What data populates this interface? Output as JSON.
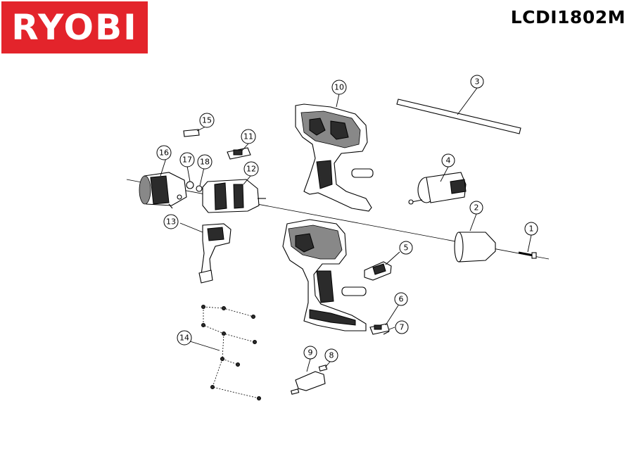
{
  "brand": {
    "logo_text": "RYOBI",
    "color": "#e3242b"
  },
  "model_number": "LCDI1802M",
  "callouts": [
    {
      "id": "callout-1",
      "label": "1"
    },
    {
      "id": "callout-2",
      "label": "2"
    },
    {
      "id": "callout-3",
      "label": "3"
    },
    {
      "id": "callout-4",
      "label": "4"
    },
    {
      "id": "callout-5",
      "label": "5"
    },
    {
      "id": "callout-6",
      "label": "6"
    },
    {
      "id": "callout-7",
      "label": "7"
    },
    {
      "id": "callout-8",
      "label": "8"
    },
    {
      "id": "callout-9",
      "label": "9"
    },
    {
      "id": "callout-10",
      "label": "10"
    },
    {
      "id": "callout-11",
      "label": "11"
    },
    {
      "id": "callout-12",
      "label": "12"
    },
    {
      "id": "callout-13",
      "label": "13"
    },
    {
      "id": "callout-14",
      "label": "14"
    },
    {
      "id": "callout-15",
      "label": "15"
    },
    {
      "id": "callout-16",
      "label": "16"
    },
    {
      "id": "callout-17",
      "label": "17"
    },
    {
      "id": "callout-18",
      "label": "18"
    }
  ]
}
